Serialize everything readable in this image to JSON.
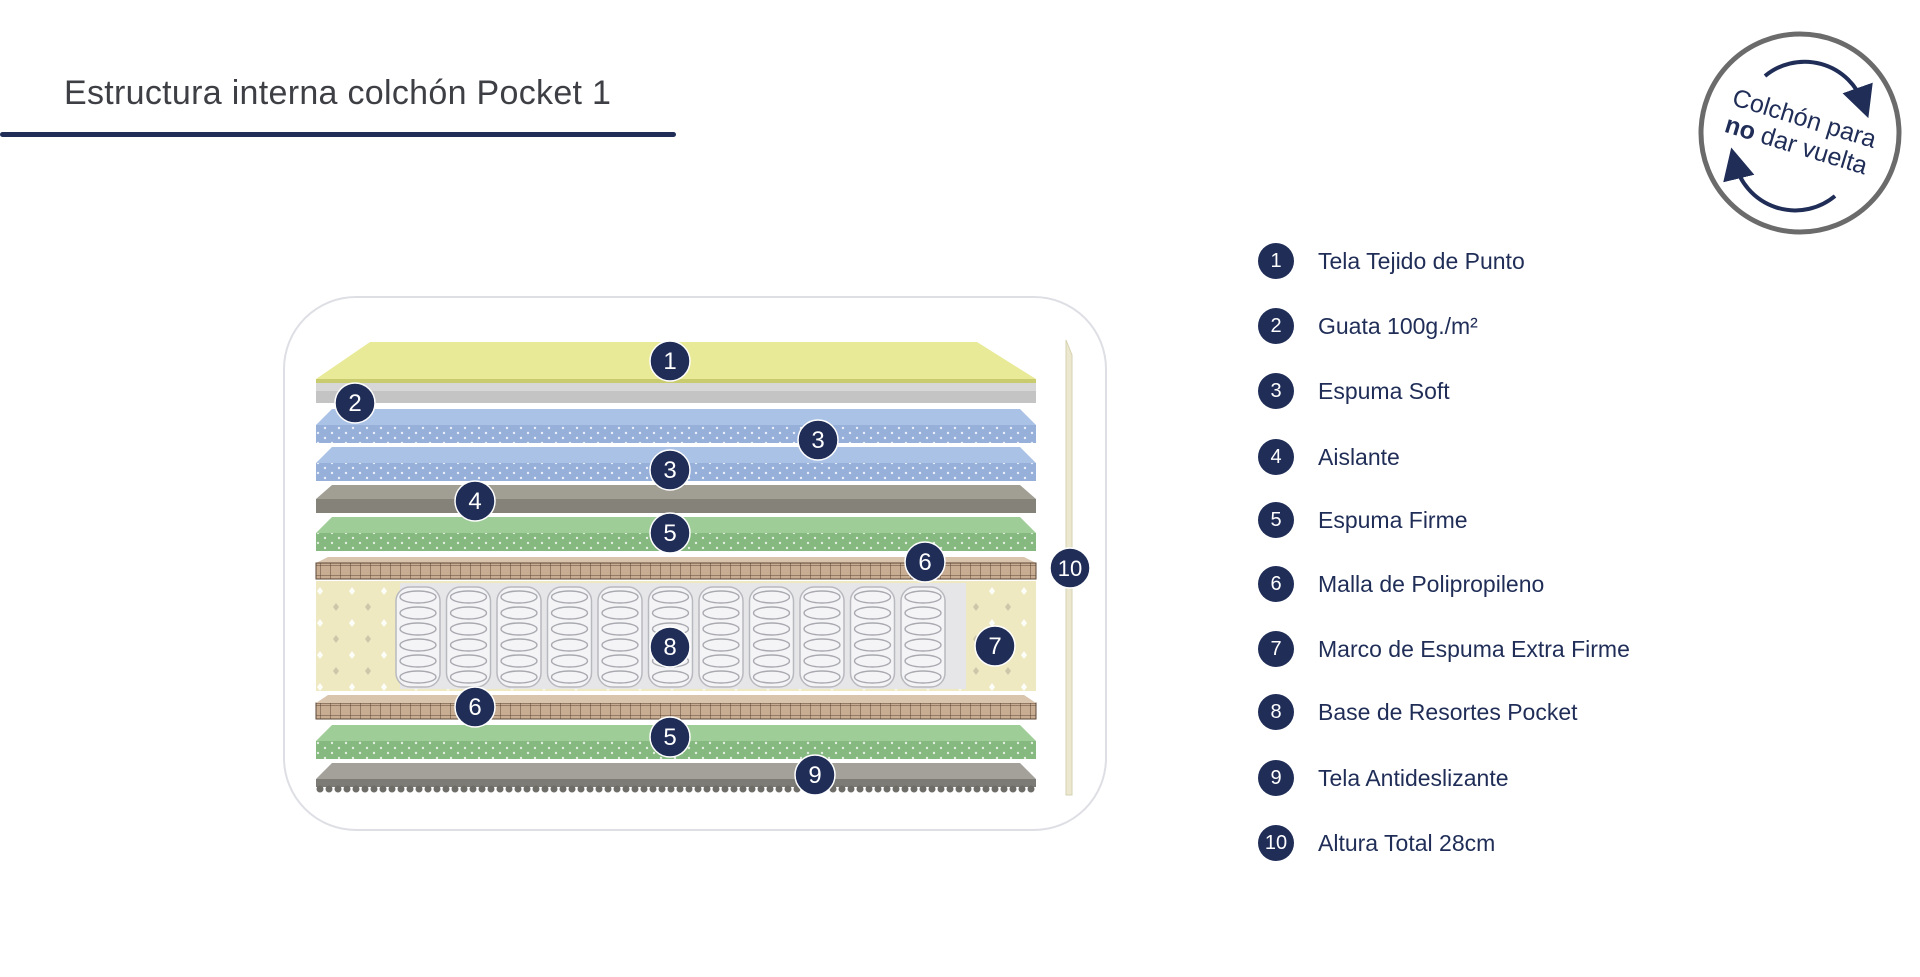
{
  "title": "Estructura interna colchón Pocket 1",
  "stamp": {
    "line1": "Colchón para",
    "emphasis": "no",
    "line2_rest": "dar vuelta"
  },
  "colors": {
    "brand_navy": "#1f2d57",
    "layer_top_fabric": "#e8ea98",
    "layer_wadding": "#c9c9c9",
    "layer_soft_foam": "#9db7dd",
    "layer_insulator": "#8f8c83",
    "layer_firm_foam": "#8fbf8a",
    "layer_mesh": "#b59e88",
    "layer_frame": "#f1ecc4",
    "layer_springs": "#d8d9dc",
    "layer_antislip": "#8d8c86"
  },
  "diagram": {
    "callouts": [
      "1",
      "2",
      "3",
      "3",
      "4",
      "5",
      "6",
      "10",
      "7",
      "8",
      "6",
      "5",
      "9"
    ]
  },
  "legend": [
    {
      "number": "1",
      "label": "Tela Tejido de Punto"
    },
    {
      "number": "2",
      "label": "Guata 100g./m²"
    },
    {
      "number": "3",
      "label": "Espuma Soft"
    },
    {
      "number": "4",
      "label": "Aislante"
    },
    {
      "number": "5",
      "label": "Espuma Firme"
    },
    {
      "number": "6",
      "label": "Malla de Polipropileno"
    },
    {
      "number": "7",
      "label": "Marco de Espuma Extra Firme"
    },
    {
      "number": "8",
      "label": "Base de Resortes Pocket"
    },
    {
      "number": "9",
      "label": "Tela Antideslizante"
    },
    {
      "number": "10",
      "label": "Altura Total 28cm"
    }
  ]
}
